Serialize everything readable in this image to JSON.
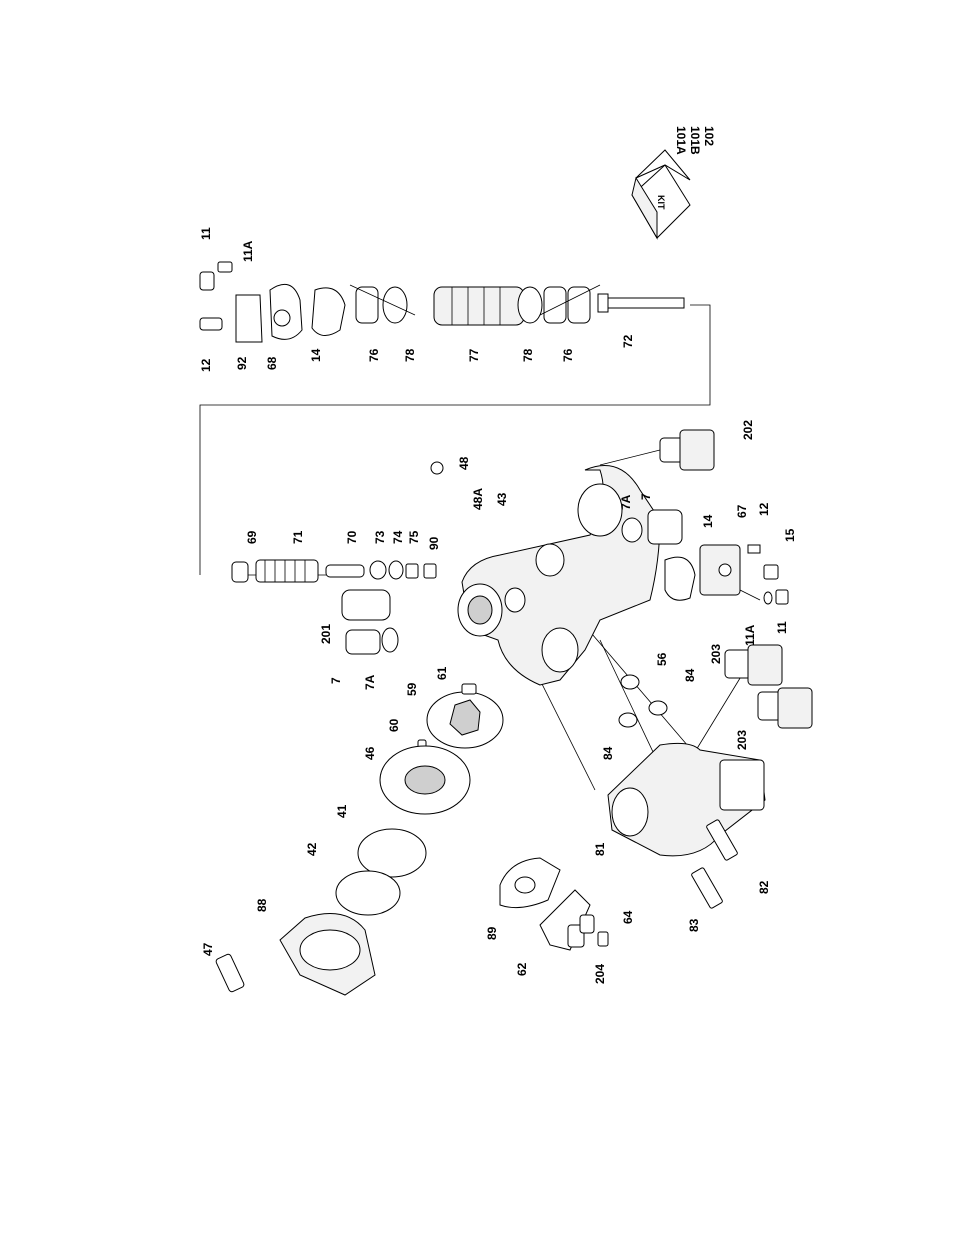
{
  "diagram": {
    "callouts": {
      "c101a": "101A",
      "c101b": "101B",
      "c102": "102",
      "kit": "KIT",
      "c11_top": "11",
      "c11a_top": "11A",
      "c12_top": "12",
      "c92": "92",
      "c68": "68",
      "c14_top": "14",
      "c76_a": "76",
      "c78_a": "78",
      "c77": "77",
      "c78_b": "78",
      "c76_b": "76",
      "c72": "72",
      "c202": "202",
      "c48": "48",
      "c48a": "48A",
      "c43": "43",
      "c7a_right": "7A",
      "c7_right": "7",
      "c14_right": "14",
      "c67": "67",
      "c12_right": "12",
      "c15": "15",
      "c11a_right": "11A",
      "c11_right": "11",
      "c69": "69",
      "c71": "71",
      "c70": "70",
      "c73": "73",
      "c74": "74",
      "c75": "75",
      "c90": "90",
      "c201": "201",
      "c7_left": "7",
      "c7a_left": "7A",
      "c61": "61",
      "c59": "59",
      "c60": "60",
      "c46": "46",
      "c41": "41",
      "c42": "42",
      "c88": "88",
      "c47": "47",
      "c56": "56",
      "c84_a": "84",
      "c84_b": "84",
      "c203_a": "203",
      "c203_b": "203",
      "c81": "81",
      "c82": "82",
      "c83": "83",
      "c89": "89",
      "c62": "62",
      "c204": "204",
      "c64": "64"
    }
  }
}
